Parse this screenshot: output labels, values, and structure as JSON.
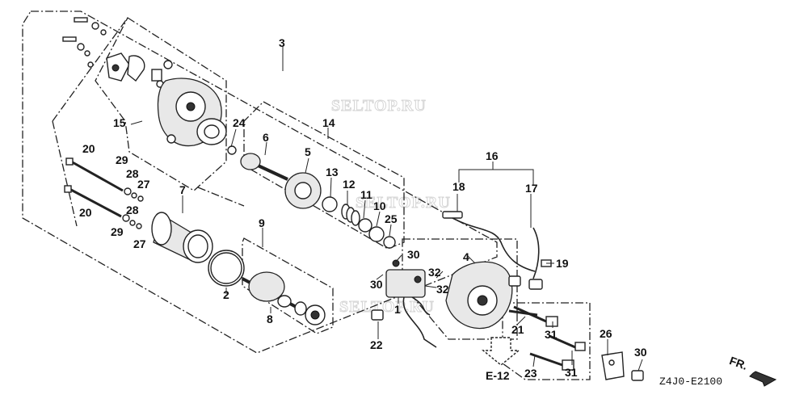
{
  "watermarks": [
    "SELTOP.RU",
    "SELTOP.RU",
    "SELTOP.RU"
  ],
  "ref_arrow_label": "E-12",
  "fr_label": "FR.",
  "diagram_code": "Z4J0-E2100",
  "callouts": [
    {
      "id": "c3",
      "text": "3"
    },
    {
      "id": "c14",
      "text": "14"
    },
    {
      "id": "c15",
      "text": "15"
    },
    {
      "id": "c24",
      "text": "24"
    },
    {
      "id": "c6",
      "text": "6"
    },
    {
      "id": "c5",
      "text": "5"
    },
    {
      "id": "c13",
      "text": "13"
    },
    {
      "id": "c12",
      "text": "12"
    },
    {
      "id": "c11",
      "text": "11"
    },
    {
      "id": "c10",
      "text": "10"
    },
    {
      "id": "c25",
      "text": "25"
    },
    {
      "id": "c20a",
      "text": "20"
    },
    {
      "id": "c29a",
      "text": "29"
    },
    {
      "id": "c28a",
      "text": "28"
    },
    {
      "id": "c27a",
      "text": "27"
    },
    {
      "id": "c20b",
      "text": "20"
    },
    {
      "id": "c28b",
      "text": "28"
    },
    {
      "id": "c29b",
      "text": "29"
    },
    {
      "id": "c27b",
      "text": "27"
    },
    {
      "id": "c7",
      "text": "7"
    },
    {
      "id": "c9",
      "text": "9"
    },
    {
      "id": "c2",
      "text": "2"
    },
    {
      "id": "c8",
      "text": "8"
    },
    {
      "id": "c16",
      "text": "16"
    },
    {
      "id": "c18",
      "text": "18"
    },
    {
      "id": "c17",
      "text": "17"
    },
    {
      "id": "c19",
      "text": "19"
    },
    {
      "id": "c4",
      "text": "4"
    },
    {
      "id": "c30a",
      "text": "30"
    },
    {
      "id": "c32a",
      "text": "32"
    },
    {
      "id": "c30b",
      "text": "30"
    },
    {
      "id": "c32b",
      "text": "32"
    },
    {
      "id": "c1",
      "text": "1"
    },
    {
      "id": "c22",
      "text": "22"
    },
    {
      "id": "c21",
      "text": "21"
    },
    {
      "id": "c31a",
      "text": "31"
    },
    {
      "id": "c26",
      "text": "26"
    },
    {
      "id": "c30c",
      "text": "30"
    },
    {
      "id": "c23",
      "text": "23"
    },
    {
      "id": "c31b",
      "text": "31"
    }
  ]
}
